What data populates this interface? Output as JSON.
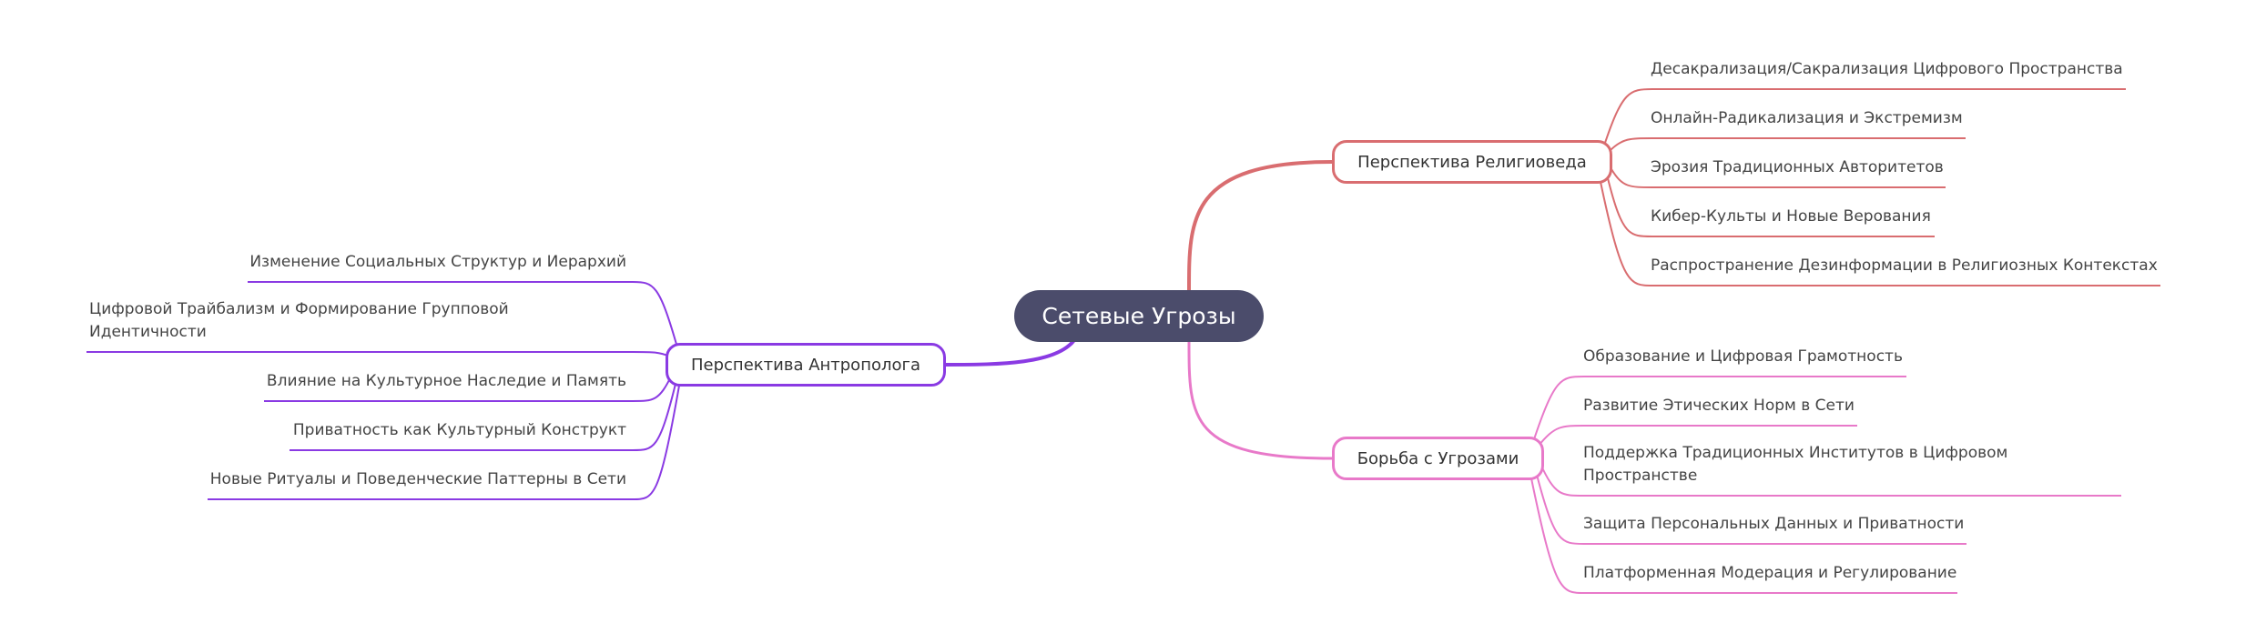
{
  "colors": {
    "center_fill": "#4b4c6b",
    "religion": "#d96d70",
    "struggle": "#e879c9",
    "anthropology": "#8a3ae3"
  },
  "root": {
    "label": "Сетевые Угрозы"
  },
  "branches": {
    "religion": {
      "label": "Перспектива Религиоведа",
      "leaves": [
        "Десакрализация/Сакрализация Цифрового Пространства",
        "Онлайн-Радикализация и Экстремизм",
        "Эрозия Традиционных Авторитетов",
        "Кибер-Культы и Новые Верования",
        "Распространение Дезинформации в Религиозных Контекстах"
      ]
    },
    "struggle": {
      "label": "Борьба с Угрозами",
      "leaves": [
        "Образование и Цифровая Грамотность",
        "Развитие Этических Норм в Сети",
        "Поддержка Традиционных Институтов в Цифровом Пространстве",
        "Защита Персональных Данных и Приватности",
        "Платформенная Модерация и Регулирование"
      ]
    },
    "anthropology": {
      "label": "Перспектива Антрополога",
      "leaves": [
        "Изменение Социальных Структур и Иерархий",
        "Цифровой Трайбализм и Формирование Групповой Идентичности",
        "Влияние на Культурное Наследие и Память",
        "Приватность как Культурный Конструкт",
        "Новые Ритуалы и Поведенческие Паттерны в Сети"
      ]
    }
  }
}
